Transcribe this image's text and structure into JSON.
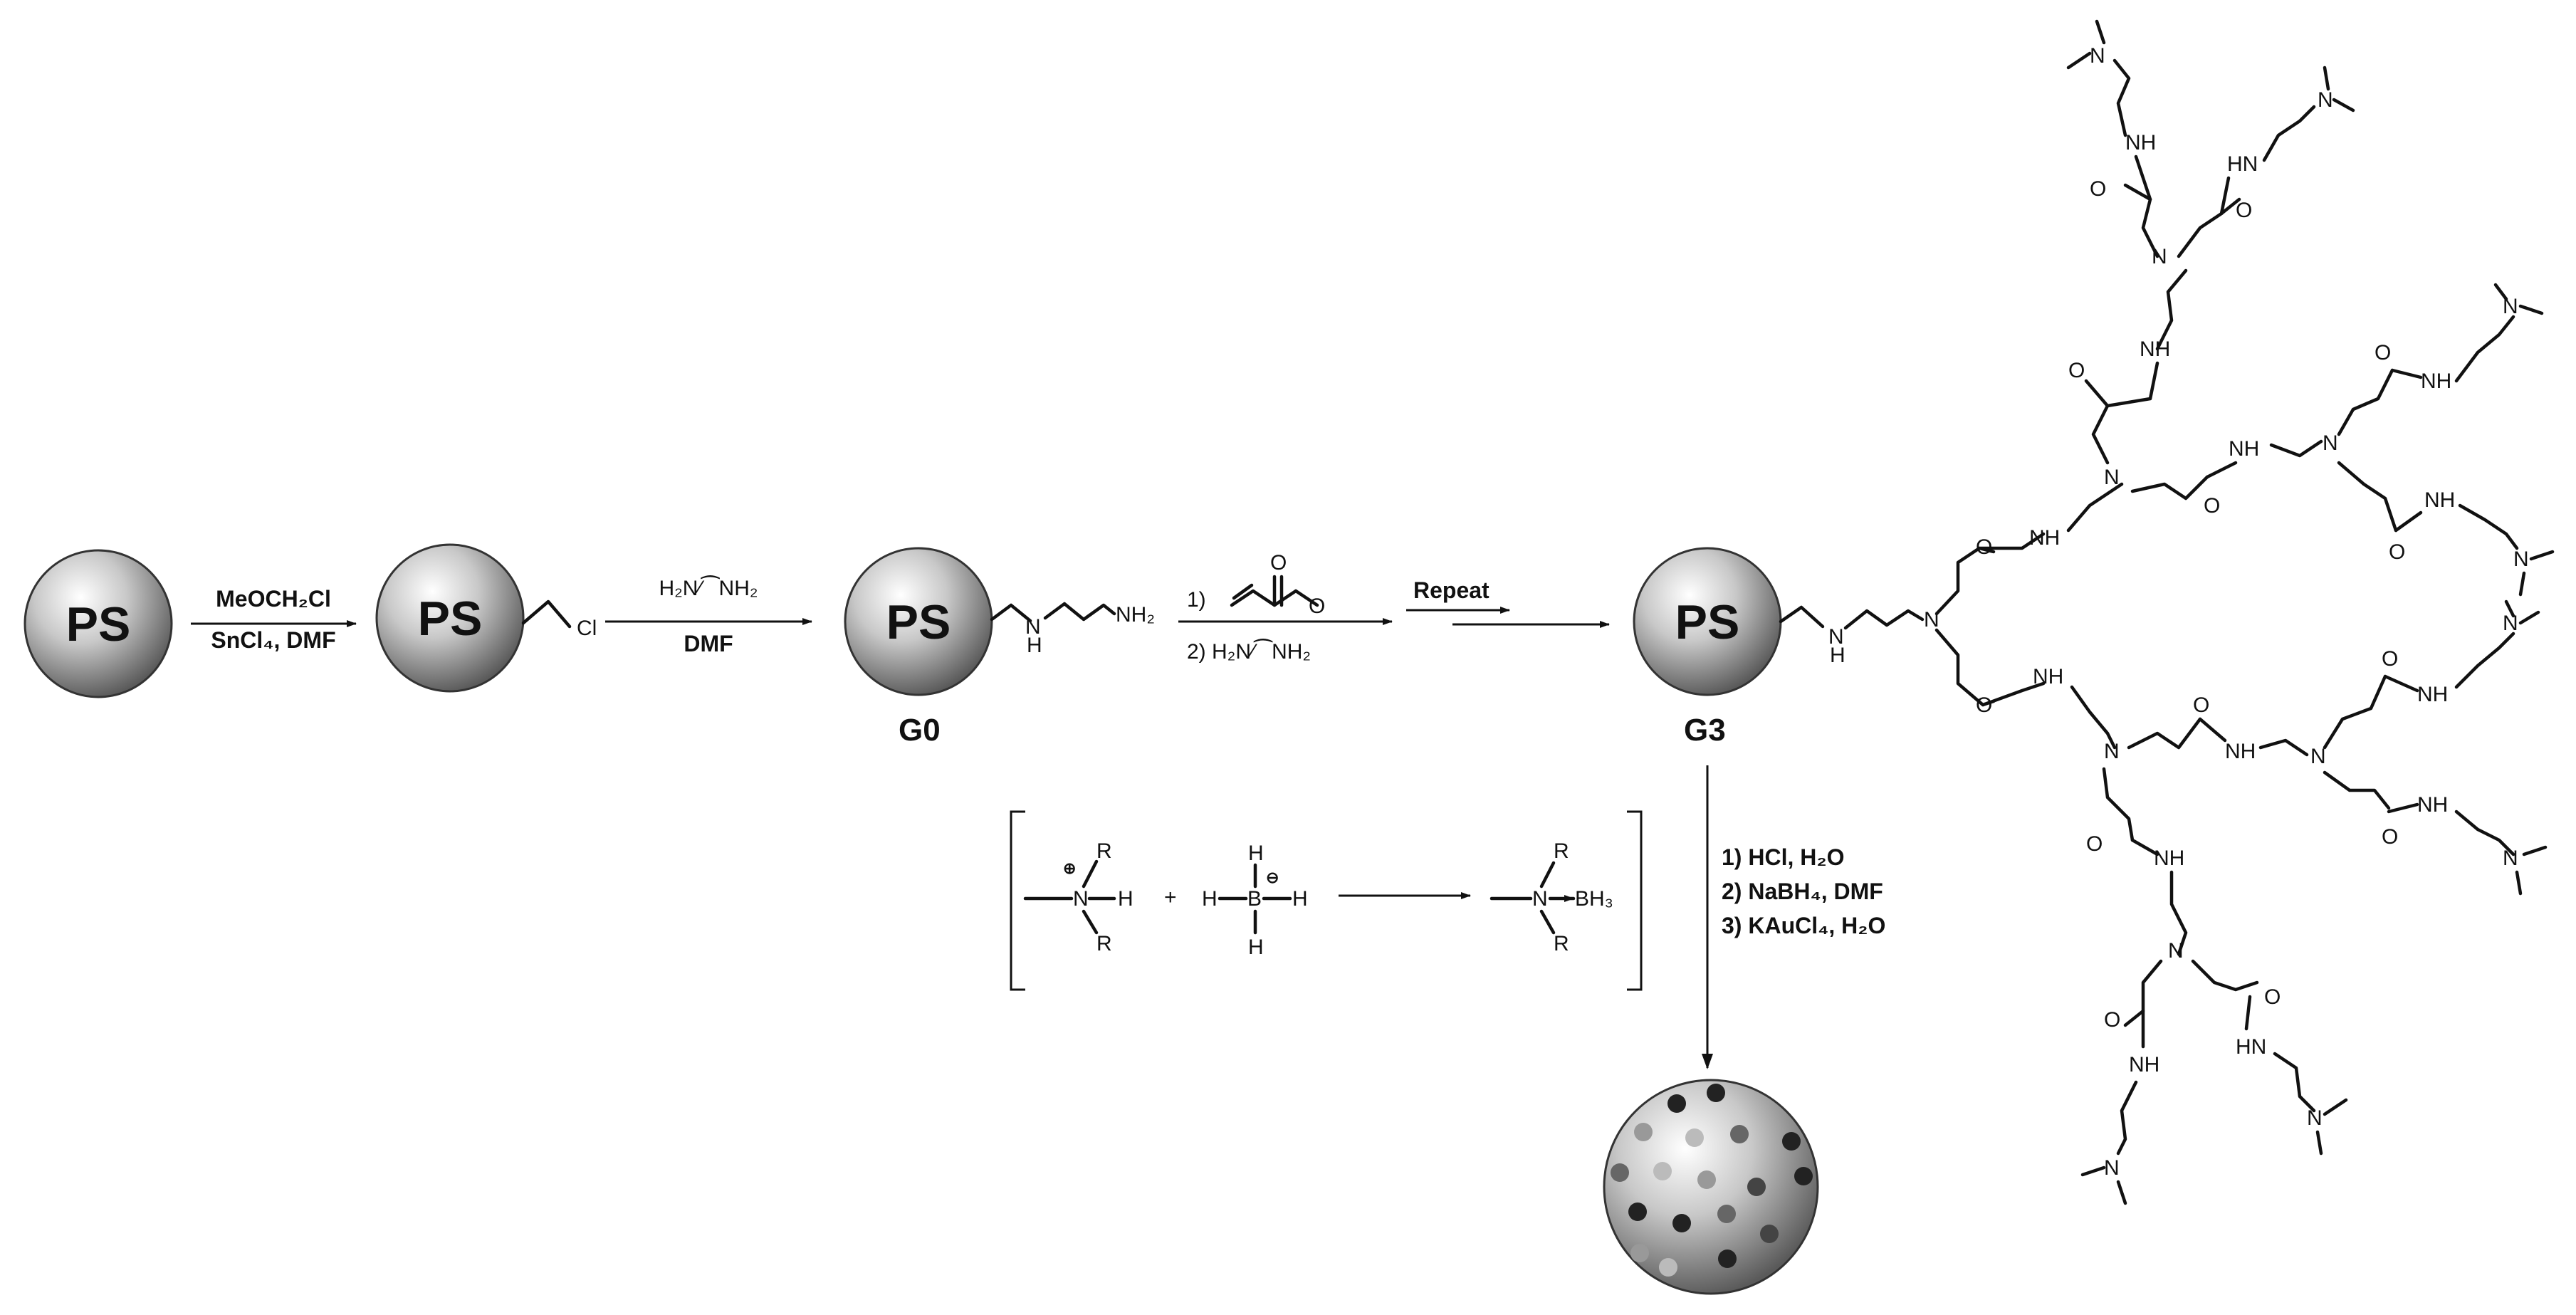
{
  "beads": {
    "label": "PS"
  },
  "steps": {
    "step1": {
      "reagent_top": "MeOCH₂Cl",
      "reagent_bottom": "SnCl₄, DMF"
    },
    "step1_product": {
      "substituent": "Cl"
    },
    "step2": {
      "reagent_top": "H₂N⁄⁀NH₂",
      "reagent_bottom": "DMF"
    },
    "g0": {
      "label": "G0",
      "chain": "NH₂",
      "amine": "H"
    },
    "step3": {
      "line1_prefix": "1)",
      "line1_label": "O",
      "line2": "2) H₂N⁄⁀NH₂"
    },
    "step4": {
      "label": "Repeat"
    },
    "g3": {
      "label": "G3"
    },
    "step5": {
      "line1": "1) HCl, H₂O",
      "line2": "2) NaBH₄, DMF",
      "line3": "3) KAuCl₄, H₂O"
    }
  },
  "mechanism": {
    "ammonium": {
      "n": "N",
      "charge": "⊕",
      "h": "H",
      "r1": "R",
      "r2": "R"
    },
    "plus": "+",
    "borohydride": {
      "b": "B",
      "charge": "⊖",
      "h": "H"
    },
    "product": {
      "n": "N",
      "bh3": "BH₃",
      "r1": "R",
      "r2": "R"
    }
  },
  "dendrimer_atoms": {
    "n": "N",
    "nh": "NH",
    "o": "O",
    "hn": "HN"
  },
  "nanoparticle_dots": {
    "colors": [
      "#222222",
      "#444444",
      "#666666",
      "#999999",
      "#bbbbbb"
    ]
  }
}
